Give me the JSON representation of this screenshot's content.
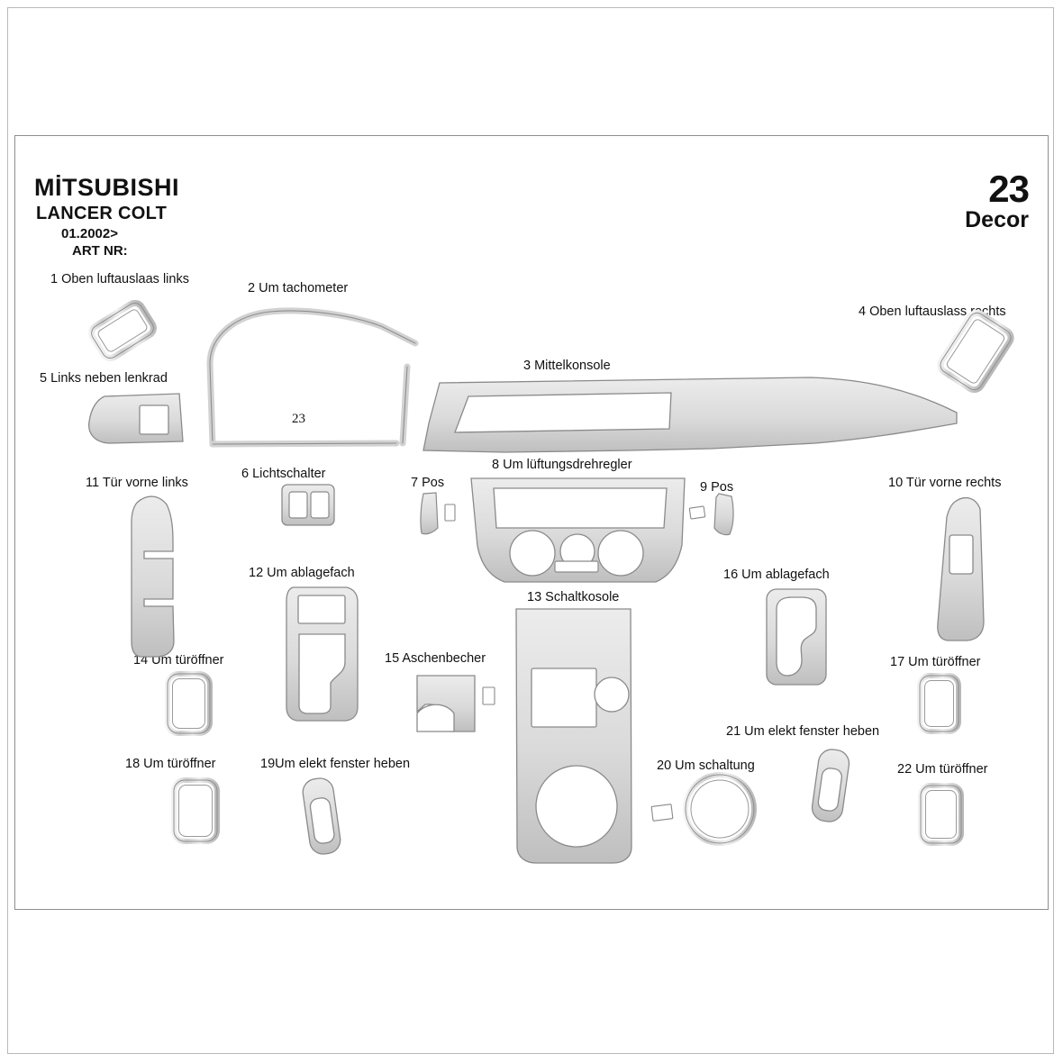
{
  "page": {
    "brand": "MİTSUBISHI",
    "model": "LANCER COLT",
    "year": "01.2002>",
    "art_nr": "ART NR:",
    "decor_count": "23",
    "decor_word": "Decor",
    "inner_mark": "23",
    "background_color": "#ffffff",
    "part_fill": "#d8d8d8",
    "part_stroke": "#8a8a8a"
  },
  "parts": [
    {
      "num": "1",
      "label": "Oben luftauslaas links",
      "text": "1  Oben luftauslaas links"
    },
    {
      "num": "2",
      "label": "Um tachometer",
      "text": "2  Um tachometer"
    },
    {
      "num": "3",
      "label": "Mittelkonsole",
      "text": "3 Mittelkonsole"
    },
    {
      "num": "4",
      "label": "Oben luftauslass rechts",
      "text": "4  Oben luftauslass rechts"
    },
    {
      "num": "5",
      "label": "Links neben lenkrad",
      "text": "5  Links neben lenkrad"
    },
    {
      "num": "6",
      "label": "Lichtschalter",
      "text": "6  Lichtschalter"
    },
    {
      "num": "7",
      "label": "Pos",
      "text": "7 Pos"
    },
    {
      "num": "8",
      "label": "Um lüftungsdrehregler",
      "text": "8  Um lüftungsdrehregler"
    },
    {
      "num": "9",
      "label": "Pos",
      "text": "9 Pos"
    },
    {
      "num": "10",
      "label": "Tür vorne rechts",
      "text": "10   Tür vorne rechts"
    },
    {
      "num": "11",
      "label": "Tür vorne links",
      "text": "11   Tür vorne links"
    },
    {
      "num": "12",
      "label": "Um ablagefach",
      "text": "12  Um ablagefach"
    },
    {
      "num": "13",
      "label": "Schaltkosole",
      "text": "13 Schaltkosole"
    },
    {
      "num": "14",
      "label": "Um türöffner",
      "text": "14 Um türöffner"
    },
    {
      "num": "15",
      "label": "Aschenbecher",
      "text": "15  Aschenbecher"
    },
    {
      "num": "16",
      "label": "Um ablagefach",
      "text": "16  Um ablagefach"
    },
    {
      "num": "17",
      "label": "Um türöffner",
      "text": "17 Um türöffner"
    },
    {
      "num": "18",
      "label": "Um türöffner",
      "text": "18  Um türöffner"
    },
    {
      "num": "19",
      "label": "Um elekt fenster heben",
      "text": "19Um elekt fenster heben"
    },
    {
      "num": "20",
      "label": "Um schaltung",
      "text": "20   Um schaltung"
    },
    {
      "num": "21",
      "label": "Um elekt fenster heben",
      "text": "21 Um elekt fenster heben"
    },
    {
      "num": "22",
      "label": "Um türöffner",
      "text": "22 Um türöffner"
    }
  ]
}
